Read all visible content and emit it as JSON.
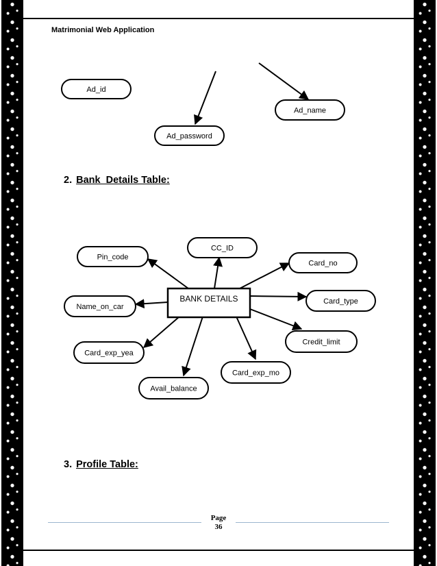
{
  "header": {
    "title": "Matrimonial Web Application"
  },
  "headings": {
    "bank": {
      "number": "2.",
      "title": "Bank_Details Table:"
    },
    "profile": {
      "number": "3.",
      "title": "Profile Table:"
    }
  },
  "footer": {
    "page_label": "Page",
    "page_number": "36"
  },
  "admin_diagram": {
    "attributes": [
      "Ad_id",
      "Ad_name",
      "Ad_password"
    ]
  },
  "bank_diagram": {
    "entity": "BANK DETAILS",
    "attributes": [
      "Pin_code",
      "CC_ID",
      "Card_no",
      "Name_on_car",
      "Card_type",
      "Card_exp_yea",
      "Credit_limit",
      "Card_exp_mo",
      "Avail_balance"
    ]
  }
}
